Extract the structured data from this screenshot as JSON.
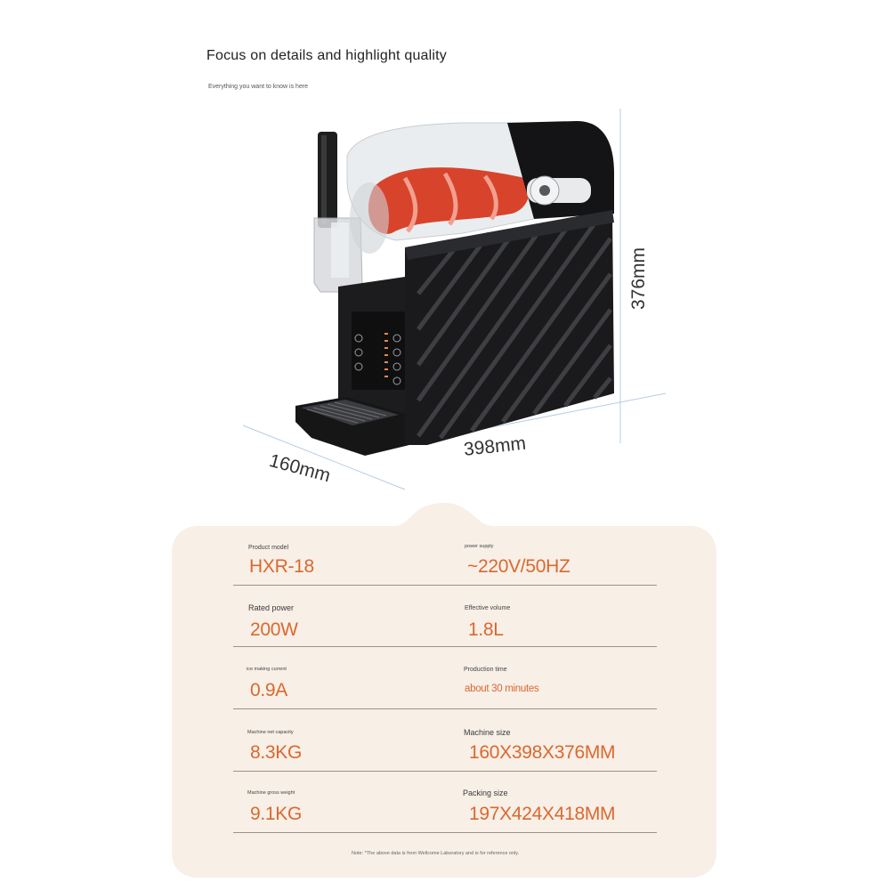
{
  "header": {
    "title": "Focus on details and highlight quality",
    "subtitle": "Everything you want to know is here"
  },
  "dimensions": {
    "width": "398mm",
    "depth": "160mm",
    "height": "376mm"
  },
  "specs": [
    {
      "label": "Product model",
      "value": "HXR-18"
    },
    {
      "label": "power supply",
      "value": "~220V/50HZ"
    },
    {
      "label": "Rated power",
      "value": "200W"
    },
    {
      "label": "Effective volume",
      "value": "1.8L"
    },
    {
      "label": "ice making current",
      "value": "0.9A"
    },
    {
      "label": "Production time",
      "value": "about 30 minutes"
    },
    {
      "label": "Machine net capacity",
      "value": "8.3KG"
    },
    {
      "label": "Machine size",
      "value": "160X398X376MM"
    },
    {
      "label": "Machine gross weight",
      "value": "9.1KG"
    },
    {
      "label": "Packing size",
      "value": "197X424X418MM"
    }
  ],
  "footnote": "Note: *The above data is from Wellcome Laboratory and is for reference only.",
  "colors": {
    "card_background": "#f8efe7",
    "value_text": "#d9692f",
    "machine_body": "#1c1c1e",
    "auger": "#d8432b"
  }
}
